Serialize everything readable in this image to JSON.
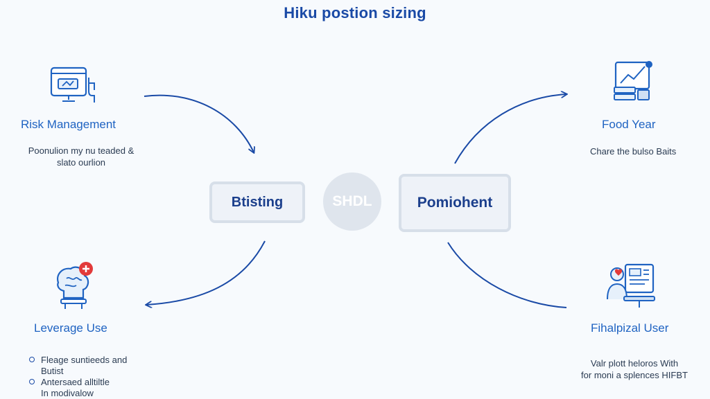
{
  "title": "Hiku postion sizing",
  "colors": {
    "accent": "#1a4aa6",
    "heading": "#1f63c2",
    "alert": "#e23a3a"
  },
  "nodes": {
    "top_left": {
      "heading": "Risk Management",
      "desc_line1": "Poonulion my nu teaded &",
      "desc_line2": "slato ourlion",
      "icon": "monitor-hand-icon"
    },
    "top_right": {
      "heading": "Food Year",
      "desc": "Chare the bulso Baits",
      "icon": "trend-chart-server-icon"
    },
    "bottom_left": {
      "heading": "Leverage Use",
      "icon": "brain-alert-icon",
      "bullets": [
        {
          "line1": "Fleage suntieeds and",
          "line2": "Butist"
        },
        {
          "line1": "Antersaed alltiltle",
          "line2": "In modivalow"
        }
      ]
    },
    "bottom_right": {
      "heading": "Fihalpizal User",
      "desc_line1": "Valr plott heloros With",
      "desc_line2": "for moni a splences HIFBT",
      "icon": "person-dashboard-icon"
    }
  },
  "center": {
    "left_box": "Btisting",
    "circle": "SHDL",
    "right_box": "Pomiohent"
  }
}
